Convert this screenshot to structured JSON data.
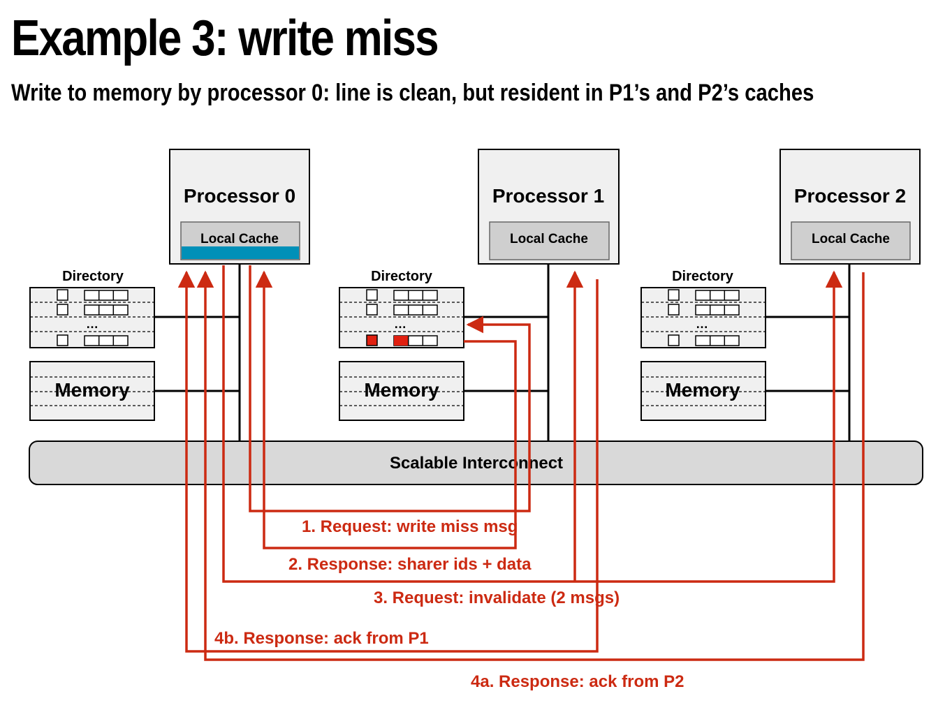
{
  "title": "Example 3: write miss",
  "subtitle": "Write to memory by processor 0: line is clean, but resident in P1’s and P2’s caches",
  "nodes": [
    {
      "processor": "Processor 0",
      "cache": "Local Cache",
      "directory": "Directory",
      "memory": "Memory",
      "dots": "…"
    },
    {
      "processor": "Processor 1",
      "cache": "Local Cache",
      "directory": "Directory",
      "memory": "Memory",
      "dots": "…"
    },
    {
      "processor": "Processor 2",
      "cache": "Local Cache",
      "directory": "Directory",
      "memory": "Memory",
      "dots": "…"
    }
  ],
  "interconnect": "Scalable Interconnect",
  "messages": [
    {
      "label": "1. Request: write miss msg"
    },
    {
      "label": "2. Response: sharer ids + data"
    },
    {
      "label": "3. Request: invalidate (2 msgs)"
    },
    {
      "label": "4b. Response: ack from P1"
    },
    {
      "label": "4a. Response: ack from P2"
    }
  ],
  "colors": {
    "message": "#cc2a12",
    "box_fill": "#f0f0f0",
    "cache_fill": "#cfcfcf",
    "cache_line_highlight": "#0090b8",
    "dir_entry_highlight": "#e02010",
    "interconnect_fill": "#d9d9d9"
  }
}
